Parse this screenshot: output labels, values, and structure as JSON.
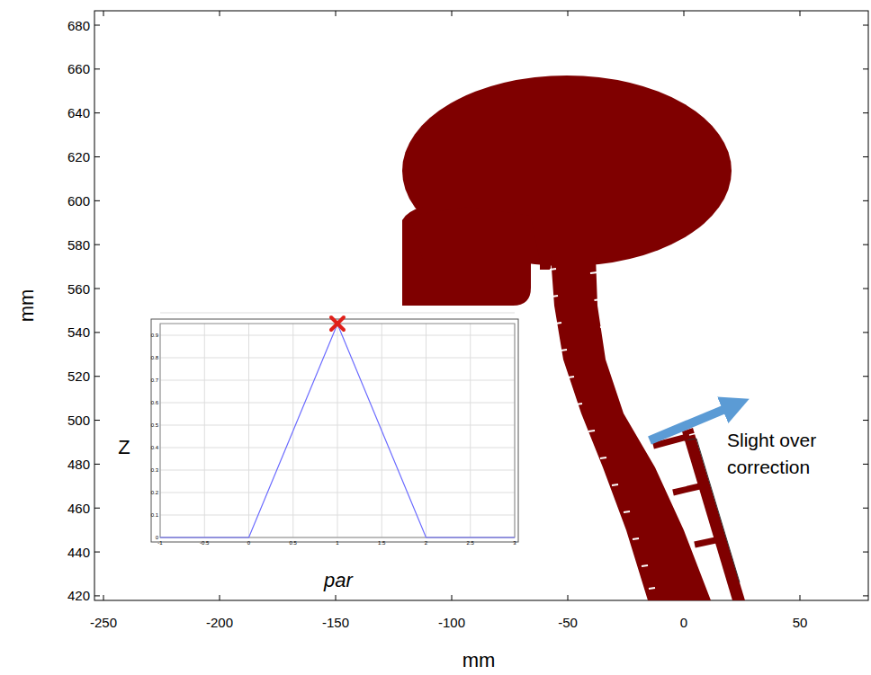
{
  "diagram": {
    "labels": [
      "680",
      "660",
      "640",
      "620",
      "600",
      "580",
      "560",
      "540",
      "520",
      "500",
      "480",
      "460",
      "440",
      "420",
      "-250",
      "-200",
      "-150",
      "-100",
      "-50",
      "0",
      "50",
      "mm",
      "mm",
      "0",
      "0.1",
      "0.2",
      "0.3",
      "0.4",
      "0.5",
      "0.6",
      "0.7",
      "0.8",
      "0.9",
      "-1",
      "-0.5",
      "0",
      "0.5",
      "1",
      "1.5",
      "2",
      "2.5",
      "3",
      "Z",
      "par",
      "Slight over correction"
    ]
  }
}
